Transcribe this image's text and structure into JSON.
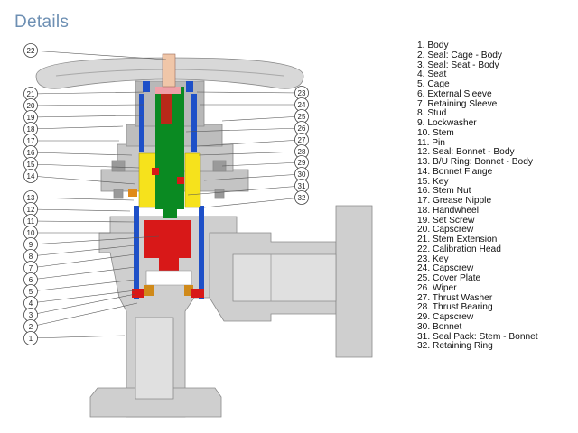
{
  "page": {
    "title": "Details"
  },
  "parts": [
    {
      "num": "1",
      "name": "Body"
    },
    {
      "num": "2",
      "name": "Seal: Cage - Body"
    },
    {
      "num": "3",
      "name": "Seal: Seat - Body"
    },
    {
      "num": "4",
      "name": "Seat"
    },
    {
      "num": "5",
      "name": "Cage"
    },
    {
      "num": "6",
      "name": "External Sleeve"
    },
    {
      "num": "7",
      "name": "Retaining Sleeve"
    },
    {
      "num": "8",
      "name": "Stud"
    },
    {
      "num": "9",
      "name": "Lockwasher"
    },
    {
      "num": "10",
      "name": "Stem"
    },
    {
      "num": "11",
      "name": "Pin"
    },
    {
      "num": "12",
      "name": "Seal: Bonnet - Body"
    },
    {
      "num": "13",
      "name": "B/U Ring: Bonnet - Body"
    },
    {
      "num": "14",
      "name": "Bonnet Flange"
    },
    {
      "num": "15",
      "name": "Key"
    },
    {
      "num": "16",
      "name": "Stem Nut"
    },
    {
      "num": "17",
      "name": "Grease Nipple"
    },
    {
      "num": "18",
      "name": "Handwheel"
    },
    {
      "num": "19",
      "name": "Set Screw"
    },
    {
      "num": "20",
      "name": "Capscrew"
    },
    {
      "num": "21",
      "name": "Stem Extension"
    },
    {
      "num": "22",
      "name": "Calibration Head"
    },
    {
      "num": "23",
      "name": "Key"
    },
    {
      "num": "24",
      "name": "Capscrew"
    },
    {
      "num": "25",
      "name": "Cover Plate"
    },
    {
      "num": "26",
      "name": "Wiper"
    },
    {
      "num": "27",
      "name": "Thrust Washer"
    },
    {
      "num": "28",
      "name": "Thrust Bearing"
    },
    {
      "num": "29",
      "name": "Capscrew"
    },
    {
      "num": "30",
      "name": "Bonnet"
    },
    {
      "num": "31",
      "name": "Seal Pack: Stem - Bonnet"
    },
    {
      "num": "32",
      "name": "Retaining Ring"
    }
  ],
  "callouts_left": [
    "22",
    "21",
    "20",
    "19",
    "18",
    "17",
    "16",
    "15",
    "14",
    "13",
    "12",
    "11",
    "10",
    "9",
    "8",
    "7",
    "6",
    "5",
    "4",
    "3",
    "2",
    "1"
  ],
  "callouts_right": [
    "23",
    "24",
    "25",
    "26",
    "27",
    "28",
    "29",
    "30",
    "31",
    "32"
  ],
  "colors": {
    "title": "#6d8fb3",
    "body_gray": "#cfcfcf",
    "outline": "#8a8a8a",
    "stem_green": "#0a8a22",
    "stem_red": "#d81818",
    "sleeve_blue": "#1e50c8",
    "bonnet_yellow": "#f6e21c",
    "stem_pink": "#f0a0a8",
    "seat_orange": "#d08a1a"
  }
}
